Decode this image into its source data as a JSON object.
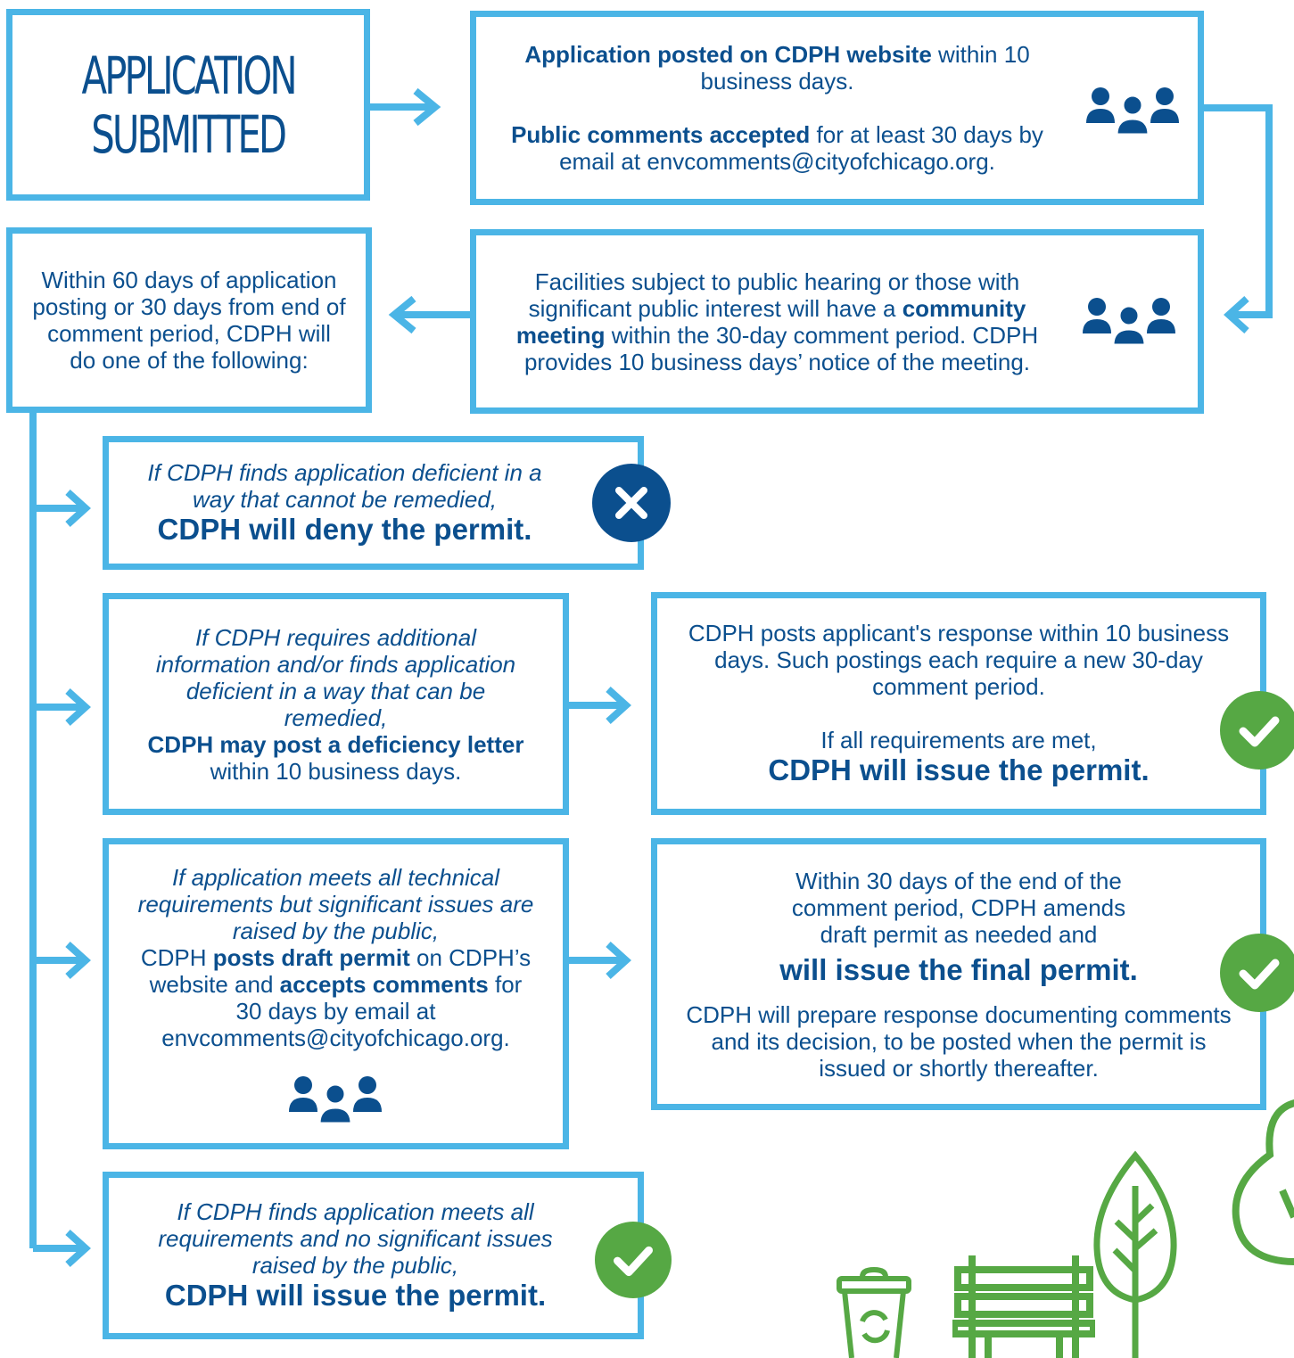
{
  "colors": {
    "border": "#4bb5e6",
    "text": "#0b4f8e",
    "green": "#56a844",
    "navy": "#0b4f8e"
  },
  "start": {
    "line1": "APPLICATION",
    "line2": "SUBMITTED"
  },
  "posting": {
    "p1_bold": "Application posted on CDPH website",
    "p1_rest": " within 10 business days.",
    "p2_bold": "Public comments accepted",
    "p2_rest": " for at least 30 days by email at envcomments@cityofchicago.org."
  },
  "meeting": {
    "pre": "Facilities subject to public hearing or those with significant public interest will have a ",
    "bold": "community meeting",
    "post": " within the 30-day comment period. CDPH provides 10 business days’ notice of the meeting."
  },
  "decision": {
    "text": "Within 60 days of application posting or 30 days from end of comment period, CDPH will do one of the following:"
  },
  "deny": {
    "italic": "If CDPH finds application deficient in a way that cannot be remedied,",
    "bold": "CDPH will deny the permit."
  },
  "deficiency": {
    "italic": "If CDPH requires additional information and/or finds application deficient in a way that can be remedied,",
    "bold": "CDPH may post a deficiency letter",
    "rest": " within 10 business days."
  },
  "response": {
    "text": "CDPH posts applicant's response within 10 business days. Such postings each require a new 30-day comment period.",
    "line": "If all requirements are met,",
    "bold": "CDPH will issue the permit."
  },
  "draft": {
    "italic": "If application meets all technical requirements but significant issues are raised by the public,",
    "a": "CDPH ",
    "b": "posts draft permit",
    "c": " on CDPH’s website and ",
    "d": "accepts comments",
    "e": " for 30 days by email at envcomments@cityofchicago.org."
  },
  "final": {
    "text": "Within 30 days of the end of the comment period, CDPH amends draft permit as needed and",
    "bold": "will issue the final permit.",
    "note": "CDPH will prepare response documenting comments and its decision, to be posted when the permit is issued or shortly thereafter."
  },
  "issue": {
    "italic": "If CDPH finds application meets all requirements and no significant issues raised by the public,",
    "bold": "CDPH will issue the permit."
  }
}
